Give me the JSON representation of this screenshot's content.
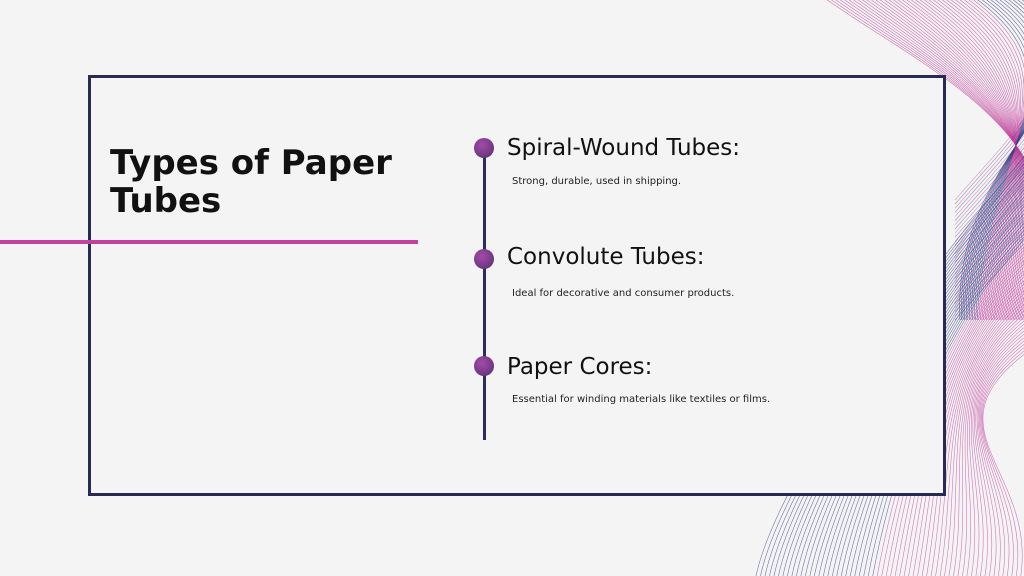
{
  "slide": {
    "title": "Types of Paper Tubes",
    "items": [
      {
        "title": "Spiral-Wound Tubes:",
        "description": "Strong, durable, used in shipping."
      },
      {
        "title": "Convolute Tubes:",
        "description": "Ideal for decorative and consumer products."
      },
      {
        "title": "Paper Cores:",
        "description": "Essential for winding materials like textiles or films."
      }
    ]
  },
  "colors": {
    "background": "#f4f4f4",
    "frame_border": "#262a55",
    "accent": "#c2439e",
    "timeline": "#2b2d5c",
    "dot": "#7a3a8a",
    "deco_magenta": "#c2439e",
    "deco_navy": "#3a3f86"
  },
  "decoration": {
    "icon": "wave-lines-pattern"
  }
}
